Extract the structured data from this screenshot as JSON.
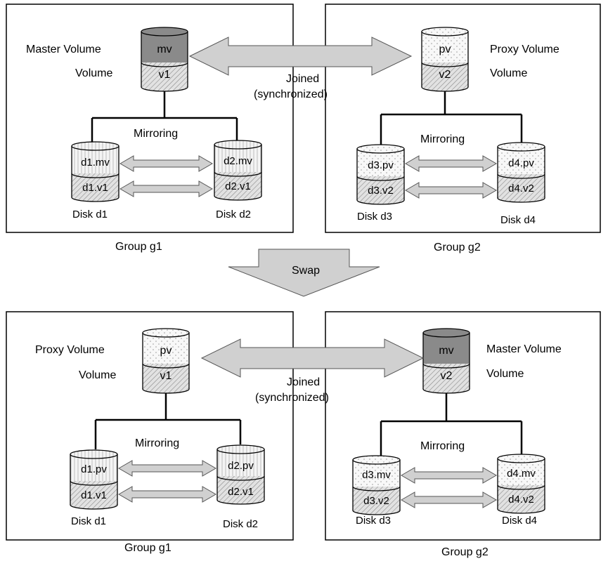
{
  "colors": {
    "frame": "#000000",
    "arrow_fill": "#d0d0d0",
    "master_top_fill": "#8a8a8a",
    "hatch_fill": "#e2e2e2",
    "dotted_fill": "#f7f7f7"
  },
  "top": {
    "g1": {
      "caption": "Group g1",
      "volume": {
        "role_label": "Master Volume",
        "type_label": "Volume",
        "top": "mv",
        "bottom": "v1"
      },
      "mirroring_label": "Mirroring",
      "disk_left": {
        "top": "d1.mv",
        "bottom": "d1.v1",
        "label": "Disk d1"
      },
      "disk_right": {
        "top": "d2.mv",
        "bottom": "d2.v1",
        "label": "Disk d2"
      }
    },
    "g2": {
      "caption": "Group g2",
      "volume": {
        "role_label": "Proxy Volume",
        "type_label": "Volume",
        "top": "pv",
        "bottom": "v2"
      },
      "mirroring_label": "Mirroring",
      "disk_left": {
        "top": "d3.pv",
        "bottom": "d3.v2",
        "label": "Disk d3"
      },
      "disk_right": {
        "top": "d4.pv",
        "bottom": "d4.v2",
        "label": "Disk d4"
      }
    },
    "joined_label": "Joined",
    "synchronized_label": "(synchronized)"
  },
  "swap_label": "Swap",
  "bottom": {
    "g1": {
      "caption": "Group g1",
      "volume": {
        "role_label": "Proxy Volume",
        "type_label": "Volume",
        "top": "pv",
        "bottom": "v1"
      },
      "mirroring_label": "Mirroring",
      "disk_left": {
        "top": "d1.pv",
        "bottom": "d1.v1",
        "label": "Disk d1"
      },
      "disk_right": {
        "top": "d2.pv",
        "bottom": "d2.v1",
        "label": "Disk d2"
      }
    },
    "g2": {
      "caption": "Group g2",
      "volume": {
        "role_label": "Master Volume",
        "type_label": "Volume",
        "top": "mv",
        "bottom": "v2"
      },
      "mirroring_label": "Mirroring",
      "disk_left": {
        "top": "d3.mv",
        "bottom": "d3.v2",
        "label": "Disk d3"
      },
      "disk_right": {
        "top": "d4.mv",
        "bottom": "d4.v2",
        "label": "Disk d4"
      }
    },
    "joined_label": "Joined",
    "synchronized_label": "(synchronized)"
  }
}
